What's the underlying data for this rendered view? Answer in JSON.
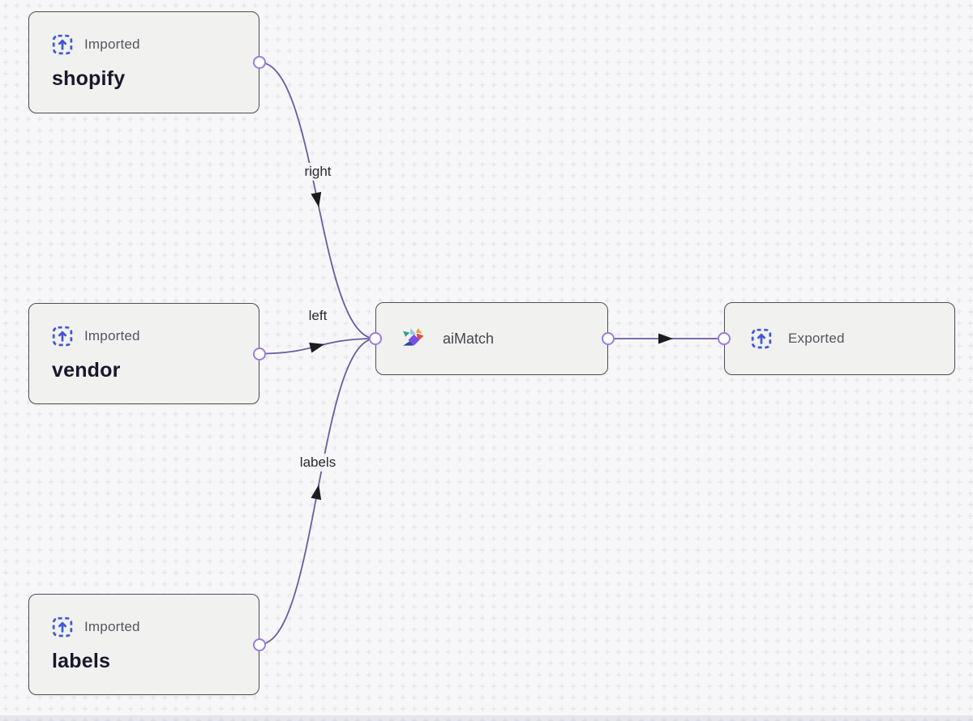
{
  "canvas": {
    "background_color": "#f7f7f9",
    "grid_pattern": "plus-crosses",
    "grid_cross_color": "#e4e4ea"
  },
  "colors": {
    "edge_stroke": "#6a5ba2",
    "arrowhead": "#1c1c1e",
    "handle_border": "#9b7ce0",
    "handle_fill": "#ffffff",
    "node_border": "#4e4e57",
    "node_background": "#f1f1ef",
    "import_export_icon_blue": "#3f57d6",
    "node_title_text": "#17172e",
    "node_type_text": "#54545e",
    "edge_label_text": "#28282f",
    "logo_teal": "#2e9e8e",
    "logo_sky": "#8ecae6",
    "logo_orange": "#f5a13b",
    "logo_red": "#e0493e",
    "logo_purple": "#7a4de8",
    "logo_navy": "#2c4a9b"
  },
  "nodes": [
    {
      "id": "shopify",
      "kind": "imported",
      "type_label": "Imported",
      "title": "shopify"
    },
    {
      "id": "vendor",
      "kind": "imported",
      "type_label": "Imported",
      "title": "vendor"
    },
    {
      "id": "labels",
      "kind": "imported",
      "type_label": "Imported",
      "title": "labels"
    },
    {
      "id": "aimatch",
      "kind": "process",
      "title": "aiMatch"
    },
    {
      "id": "exported",
      "kind": "exported",
      "type_label": "Exported"
    }
  ],
  "edges": [
    {
      "source": "shopify",
      "target": "aimatch",
      "label": "right"
    },
    {
      "source": "vendor",
      "target": "aimatch",
      "label": "left"
    },
    {
      "source": "labels",
      "target": "aimatch",
      "label": "labels"
    },
    {
      "source": "aimatch",
      "target": "exported",
      "label": ""
    }
  ]
}
